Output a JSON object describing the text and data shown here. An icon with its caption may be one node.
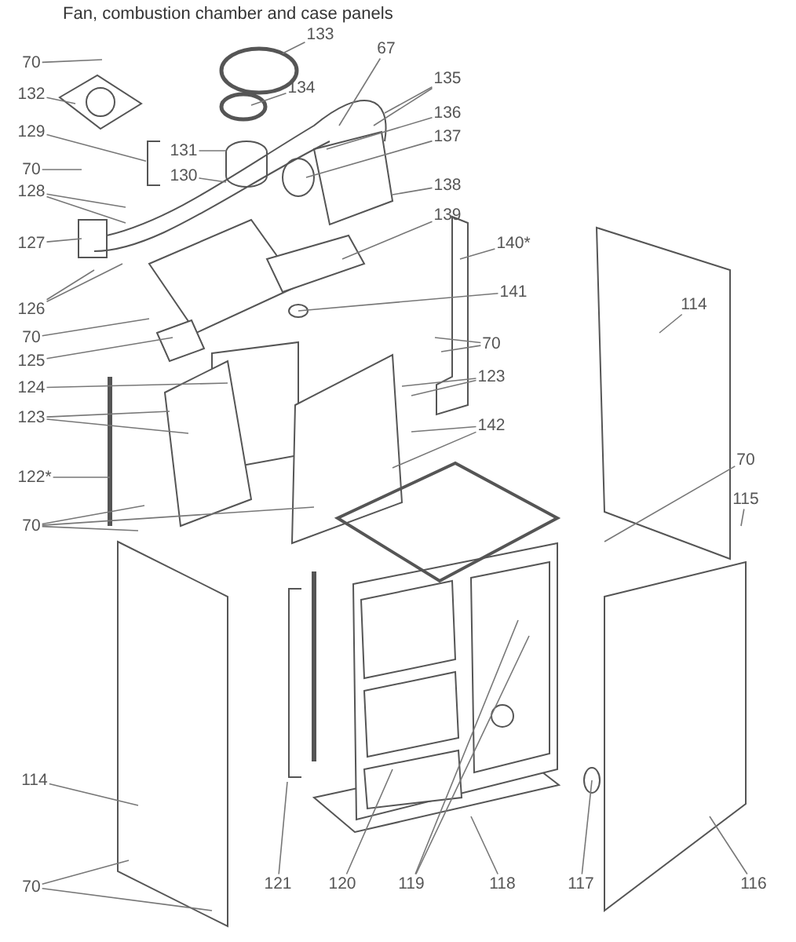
{
  "diagram": {
    "title": "Fan, combustion chamber and case panels",
    "nodes": [
      {
        "text": [
          "70"
        ]
      },
      {
        "text": [
          "132"
        ]
      },
      {
        "text": [
          "133"
        ]
      },
      {
        "text": [
          "134"
        ]
      },
      {
        "text": [
          "67"
        ]
      },
      {
        "text": [
          "135"
        ]
      },
      {
        "text": [
          "136"
        ]
      },
      {
        "text": [
          "137"
        ]
      },
      {
        "text": [
          "138"
        ]
      },
      {
        "text": [
          "139"
        ]
      },
      {
        "text": [
          "129"
        ]
      },
      {
        "text": [
          "131"
        ]
      },
      {
        "text": [
          "130"
        ]
      },
      {
        "text": [
          "70"
        ]
      },
      {
        "text": [
          "128"
        ]
      },
      {
        "text": [
          "127"
        ]
      },
      {
        "text": [
          "140*"
        ]
      },
      {
        "text": [
          "141"
        ]
      },
      {
        "text": [
          "126"
        ]
      },
      {
        "text": [
          "70"
        ]
      },
      {
        "text": [
          "125"
        ]
      },
      {
        "text": [
          "114"
        ]
      },
      {
        "text": [
          "70"
        ]
      },
      {
        "text": [
          "124"
        ]
      },
      {
        "text": [
          "123"
        ]
      },
      {
        "text": [
          "123"
        ]
      },
      {
        "text": [
          "142"
        ]
      },
      {
        "text": [
          "122*"
        ]
      },
      {
        "text": [
          "70"
        ]
      },
      {
        "text": [
          "70"
        ]
      },
      {
        "text": [
          "115"
        ]
      },
      {
        "text": [
          "121"
        ]
      },
      {
        "text": [
          "120"
        ]
      },
      {
        "text": [
          "119"
        ]
      },
      {
        "text": [
          "118"
        ]
      },
      {
        "text": [
          "117"
        ]
      },
      {
        "text": [
          "116"
        ]
      },
      {
        "text": [
          "114"
        ]
      },
      {
        "text": [
          "70"
        ]
      },
      {
        "text": [],
        "shape": "bracket"
      }
    ],
    "edges": [
      {
        "from": 0,
        "to": null,
        "arrow": "none"
      },
      {
        "from": 1,
        "to": null,
        "arrow": "none"
      },
      {
        "from": 2,
        "to": null,
        "arrow": "none"
      },
      {
        "from": 3,
        "to": null,
        "arrow": "none"
      },
      {
        "from": 4,
        "to": null,
        "arrow": "none"
      },
      {
        "from": 5,
        "to": null,
        "arrow": "none"
      },
      {
        "from": 5,
        "to": null,
        "arrow": "none"
      },
      {
        "from": 6,
        "to": null,
        "arrow": "none"
      },
      {
        "from": 7,
        "to": null,
        "arrow": "none"
      },
      {
        "from": 8,
        "to": null,
        "arrow": "none"
      },
      {
        "from": 9,
        "to": null,
        "arrow": "none"
      },
      {
        "from": 10,
        "to": 39,
        "arrow": "none"
      },
      {
        "from": 11,
        "to": null,
        "arrow": "none"
      },
      {
        "from": 12,
        "to": null,
        "arrow": "none"
      },
      {
        "from": 13,
        "to": null,
        "arrow": "none"
      },
      {
        "from": 14,
        "to": null,
        "arrow": "none"
      },
      {
        "from": 14,
        "to": null,
        "arrow": "none"
      },
      {
        "from": 15,
        "to": null,
        "arrow": "none"
      },
      {
        "from": 16,
        "to": null,
        "arrow": "none"
      },
      {
        "from": 17,
        "to": null,
        "arrow": "none"
      },
      {
        "from": 18,
        "to": null,
        "arrow": "none"
      },
      {
        "from": 18,
        "to": null,
        "arrow": "none"
      },
      {
        "from": 19,
        "to": null,
        "arrow": "none"
      },
      {
        "from": 20,
        "to": null,
        "arrow": "none"
      },
      {
        "from": 21,
        "to": null,
        "arrow": "none"
      },
      {
        "from": 22,
        "to": null,
        "arrow": "none"
      },
      {
        "from": 22,
        "to": null,
        "arrow": "none"
      },
      {
        "from": 23,
        "to": null,
        "arrow": "none"
      },
      {
        "from": 24,
        "to": null,
        "arrow": "none"
      },
      {
        "from": 24,
        "to": null,
        "arrow": "none"
      },
      {
        "from": 25,
        "to": null,
        "arrow": "none"
      },
      {
        "from": 25,
        "to": null,
        "arrow": "none"
      },
      {
        "from": 26,
        "to": null,
        "arrow": "none"
      },
      {
        "from": 26,
        "to": null,
        "arrow": "none"
      },
      {
        "from": 27,
        "to": null,
        "arrow": "none"
      },
      {
        "from": 28,
        "to": null,
        "arrow": "none"
      },
      {
        "from": 28,
        "to": null,
        "arrow": "none"
      },
      {
        "from": 28,
        "to": null,
        "arrow": "none"
      },
      {
        "from": 29,
        "to": null,
        "arrow": "none"
      },
      {
        "from": 30,
        "to": null,
        "arrow": "none"
      },
      {
        "from": 31,
        "to": null,
        "arrow": "none"
      },
      {
        "from": 32,
        "to": null,
        "arrow": "none"
      },
      {
        "from": 33,
        "to": null,
        "arrow": "none"
      },
      {
        "from": 33,
        "to": null,
        "arrow": "none"
      },
      {
        "from": 34,
        "to": null,
        "arrow": "none"
      },
      {
        "from": 35,
        "to": null,
        "arrow": "none"
      },
      {
        "from": 36,
        "to": null,
        "arrow": "none"
      },
      {
        "from": 37,
        "to": null,
        "arrow": "none"
      },
      {
        "from": 38,
        "to": null,
        "arrow": "none"
      },
      {
        "from": 38,
        "to": null,
        "arrow": "none"
      }
    ]
  }
}
